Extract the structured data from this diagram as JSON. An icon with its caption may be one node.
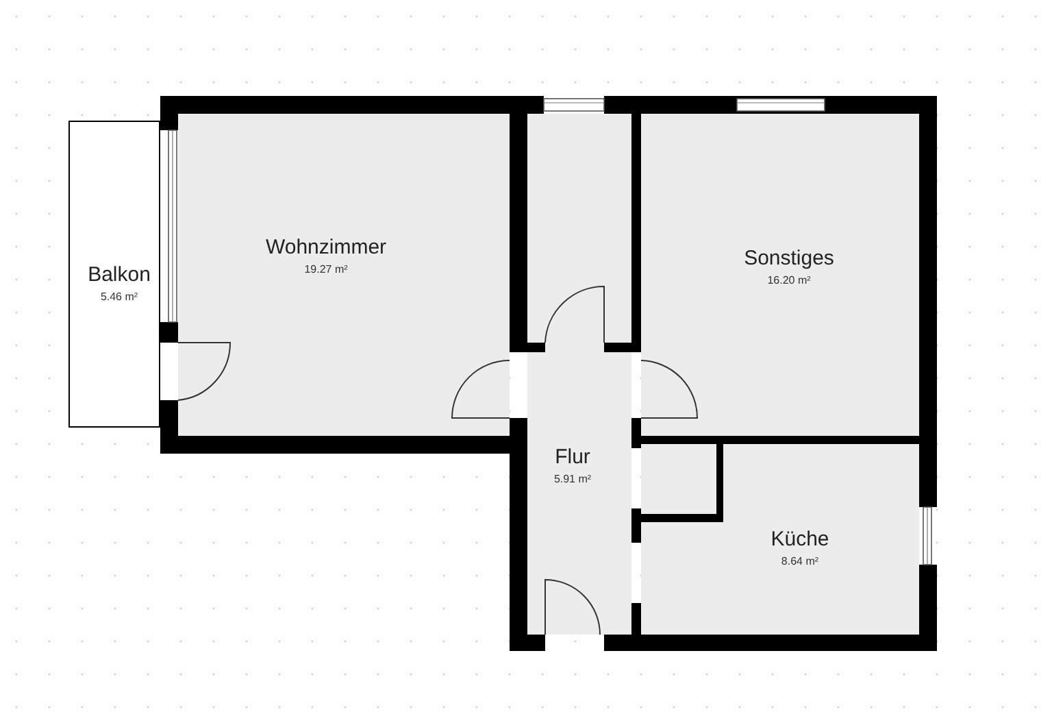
{
  "diagram": {
    "nodes": [
      {
        "text": [
          "Balkon",
          "5.46 m²"
        ]
      },
      {
        "text": [
          "Wohnzimmer",
          "19.27 m²"
        ]
      },
      {
        "text": [],
        "shape": "box"
      },
      {
        "text": [
          "Sonstiges",
          "16.20 m²"
        ]
      },
      {
        "text": [
          "Flur",
          "5.91 m²"
        ]
      },
      {
        "text": [
          "Küche",
          "8.64 m²"
        ]
      }
    ]
  }
}
